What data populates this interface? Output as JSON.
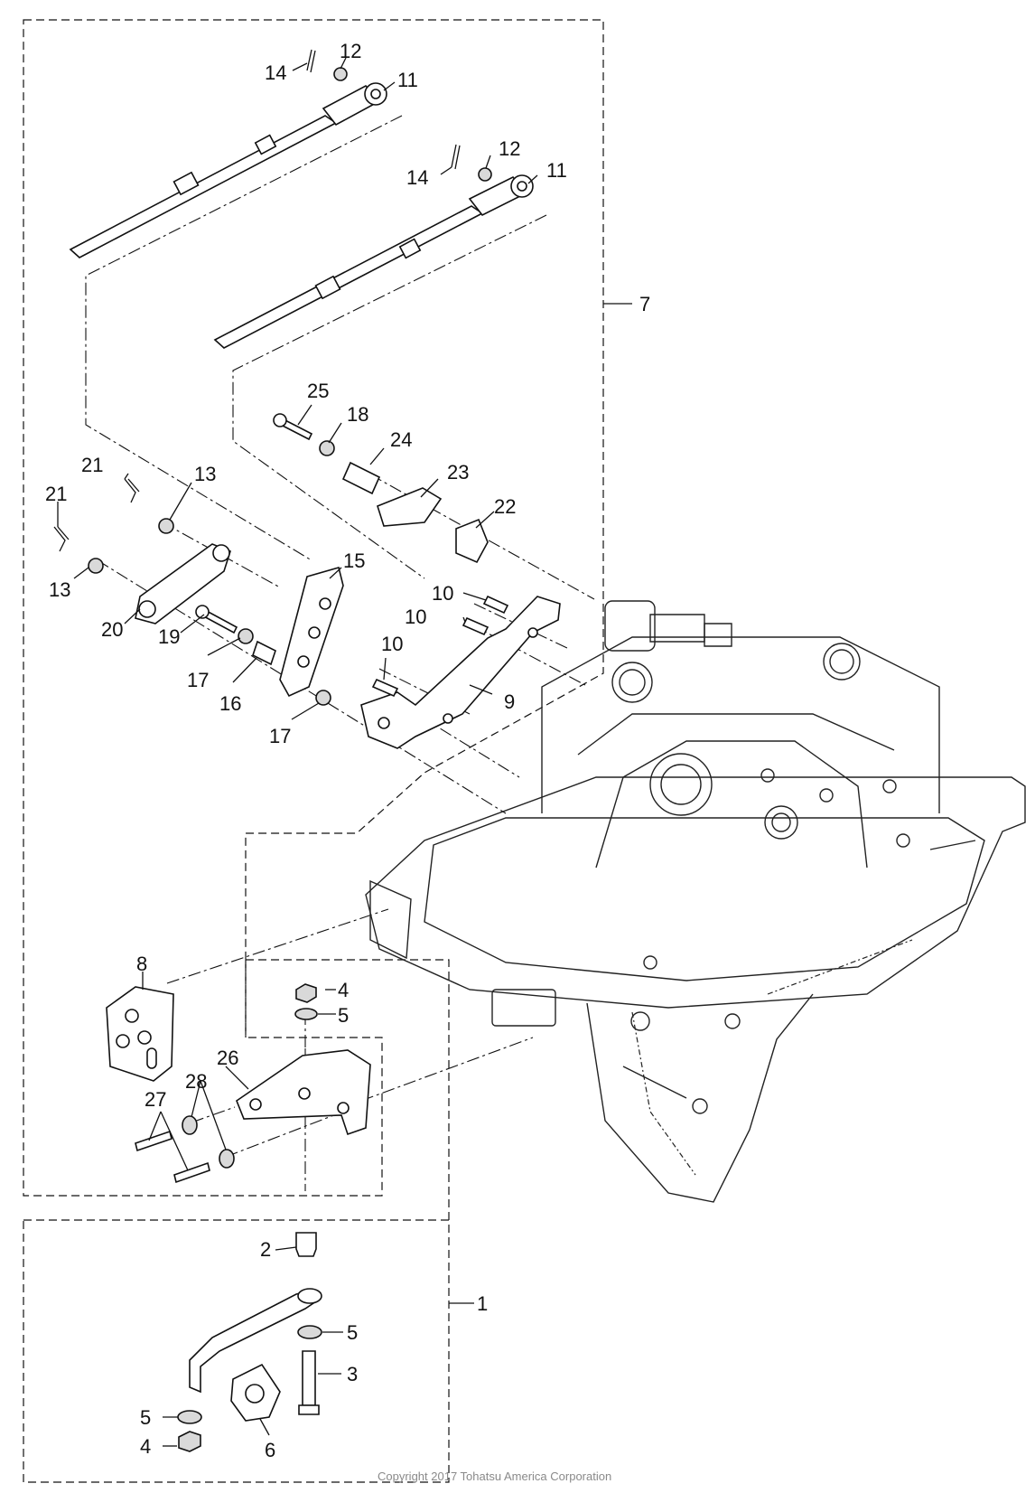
{
  "diagram": {
    "part_labels": [
      "1",
      "2",
      "3",
      "4",
      "4",
      "5",
      "5",
      "5",
      "6",
      "7",
      "8",
      "9",
      "10",
      "10",
      "10",
      "11",
      "11",
      "12",
      "12",
      "13",
      "13",
      "14",
      "14",
      "15",
      "16",
      "17",
      "17",
      "18",
      "19",
      "20",
      "21",
      "21",
      "22",
      "23",
      "24",
      "25",
      "26",
      "27",
      "28"
    ],
    "copyright": "Copyright 2017 Tohatsu America Corporation"
  }
}
